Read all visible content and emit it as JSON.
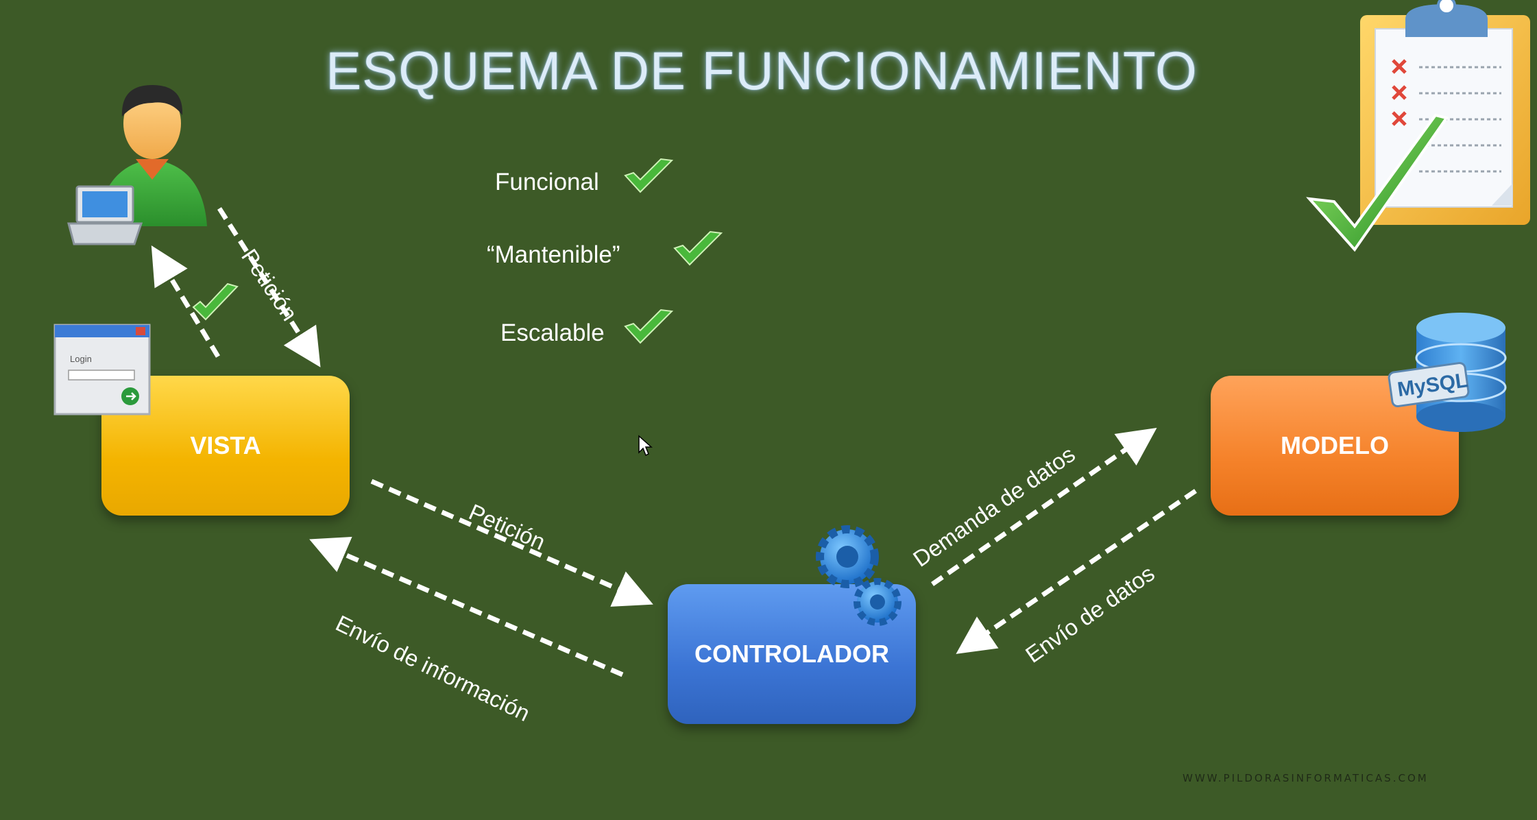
{
  "title": "ESQUEMA DE FUNCIONAMIENTO",
  "features": [
    "Funcional",
    "“Mantenible”",
    "Escalable"
  ],
  "boxes": {
    "vista": "VISTA",
    "controlador": "CONTROLADOR",
    "modelo": "MODELO"
  },
  "arrow_labels": {
    "peticion_usuario": "Petición",
    "peticion_controlador": "Petición",
    "envio_informacion": "Envío de información",
    "demanda_datos": "Demanda de datos",
    "envio_datos": "Envío de datos"
  },
  "login_window": {
    "label": "Login"
  },
  "mysql_logo": "MySQL",
  "watermark": "WWW.PILDORASINFORMATICAS.COM",
  "colors": {
    "background": "#3d5a27",
    "vista": "#f4b400",
    "modelo": "#f5822a",
    "controlador": "#3b74d4",
    "check": "#49b83b"
  },
  "icons": [
    "user-with-laptop-icon",
    "login-window-icon",
    "gears-icon",
    "mysql-database-icon",
    "clipboard-checklist-icon",
    "checkmark-icon"
  ]
}
